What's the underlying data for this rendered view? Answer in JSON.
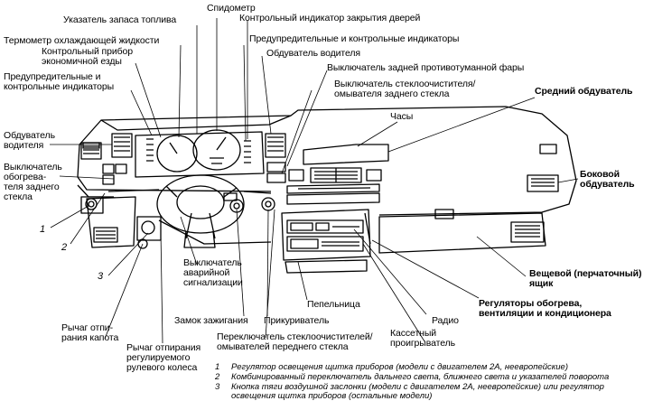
{
  "labels": {
    "speedometer": "Спидометр",
    "fuel_gauge": "Указатель запаса топлива",
    "door_indicator": "Контрольный индикатор закрытия дверей",
    "coolant_thermometer": "Термометр охлаждающей жидкости",
    "economy_gauge_1": "Контрольный прибор",
    "economy_gauge_2": "экономичной езды",
    "warning_indicators_right": "Предупредительные и контрольные индикаторы",
    "driver_vent_top": "Обдуватель водителя",
    "warning_indicators_left_1": "Предупредительные и",
    "warning_indicators_left_2": "контрольные индикаторы",
    "rear_fog_switch": "Выключатель задней противотуманной фары",
    "rear_wiper_1": "Выключатель стеклоочистителя/",
    "rear_wiper_2": "омывателя заднего стекла",
    "center_vent": "Средний обдуватель",
    "clock": "Часы",
    "driver_vent_left_1": "Обдуватель",
    "driver_vent_left_2": "водителя",
    "rear_heater_1": "Выключатель",
    "rear_heater_2": "обогрева-",
    "rear_heater_3": "теля заднего",
    "rear_heater_4": "стекла",
    "side_vent_1": "Боковой",
    "side_vent_2": "обдуватель",
    "glovebox_1": "Вещевой (перчаточный)",
    "glovebox_2": "ящик",
    "hazard_1": "Выключатель",
    "hazard_2": "аварийной",
    "hazard_3": "сигнализации",
    "ashtray": "Пепельница",
    "hvac_1": "Регуляторы обогрева,",
    "hvac_2": "вентиляции и кондиционера",
    "ignition": "Замок зажигания",
    "lighter": "Прикуриватель",
    "radio": "Радио",
    "hood_1": "Рычаг отпи-",
    "hood_2": "рания капота",
    "cassette_1": "Кассетный",
    "cassette_2": "проигрыватель",
    "steering_1": "Рычаг отпирания",
    "steering_2": "регулируемого",
    "steering_3": "рулевого колеса",
    "front_wiper_1": "Переключатель стеклоочистителей/",
    "front_wiper_2": "омывателей переднего стекла"
  },
  "callouts": [
    "1",
    "2",
    "3"
  ],
  "footnotes": [
    {
      "num": "1",
      "text": "Регулятор освещения щитка приборов (модели с двигателем 2А, неевропейские)"
    },
    {
      "num": "2",
      "text": "Комбинированный переключатель дальнего света, ближнего света и указателей поворота"
    },
    {
      "num": "3",
      "text": "Кнопка тяги воздушной заслонки (модели с двигателем 2А, неевропейские) или регулятор"
    },
    {
      "num": "",
      "text": "освещения щитка приборов (остальные модели)"
    }
  ]
}
